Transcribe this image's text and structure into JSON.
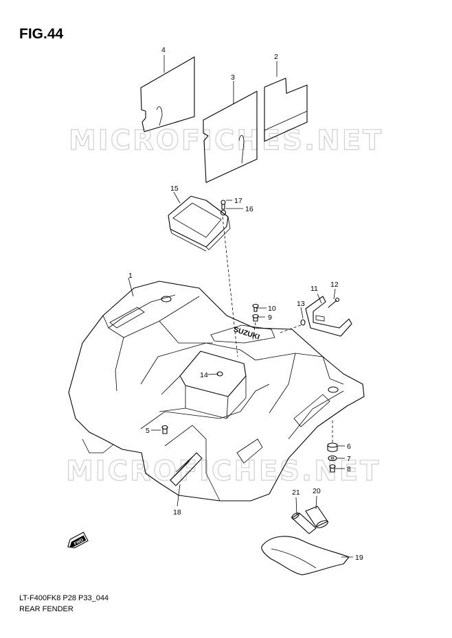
{
  "figure": {
    "title": "FIG.44"
  },
  "footer": {
    "model_code": "LT-F400FK8 P28 P33_044",
    "part_group": "REAR FENDER"
  },
  "watermark": {
    "text": "MICROFICHES.NET",
    "color": "#cfcfcf"
  },
  "fwd_badge": {
    "text": "FWD"
  },
  "fender_logo": {
    "text": "SUZUKI"
  },
  "callouts": [
    "1",
    "2",
    "3",
    "4",
    "5",
    "6",
    "7",
    "8",
    "9",
    "10",
    "11",
    "12",
    "13",
    "14",
    "15",
    "16",
    "17",
    "18",
    "19",
    "20",
    "21"
  ]
}
